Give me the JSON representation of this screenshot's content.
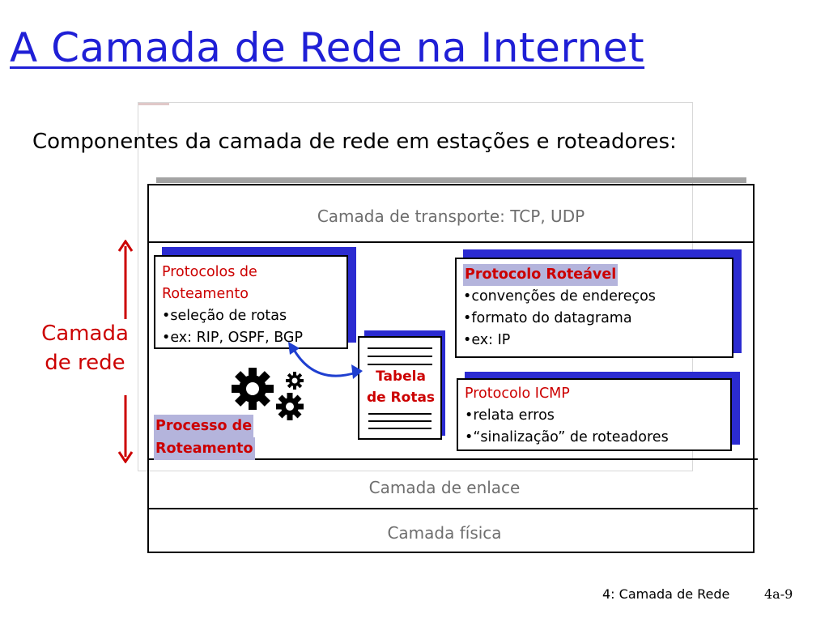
{
  "slide": {
    "title": "A Camada de Rede na Internet",
    "subtitle": "Componentes da camada de rede em estações e roteadores:",
    "footer": {
      "chapter": "4: Camada de Rede",
      "page": "4a-9"
    }
  },
  "diagram": {
    "layers": {
      "transport": "Camada de transporte: TCP, UDP",
      "link": "Camada de enlace",
      "physical": "Camada física"
    },
    "network_layer_label": [
      "Camada",
      "de rede"
    ],
    "routing_protocols": {
      "heading": [
        "Protocolos de",
        "Roteamento"
      ],
      "items": [
        "•seleção de rotas",
        "•ex: RIP, OSPF, BGP"
      ]
    },
    "routed_protocol": {
      "heading": "Protocolo Roteável",
      "items": [
        "•convenções de endereços",
        "•formato do datagrama",
        "•ex: IP"
      ]
    },
    "icmp_protocol": {
      "heading": "Protocolo ICMP",
      "items": [
        "•relata erros",
        "•“sinalização” de roteadores"
      ]
    },
    "routing_table": {
      "label": [
        "Tabela",
        "de Rotas"
      ]
    },
    "routing_process": {
      "label": [
        "Processo de",
        "Roteamento"
      ]
    },
    "icons": [
      "gears-icon",
      "curved-arrow-icon",
      "double-arrow-icon"
    ],
    "colors": {
      "title": "#1f1fd6",
      "accent_red": "#cc0000",
      "shadow_blue": "#2b2bd1",
      "layer_text": "#6e6e6e"
    }
  }
}
